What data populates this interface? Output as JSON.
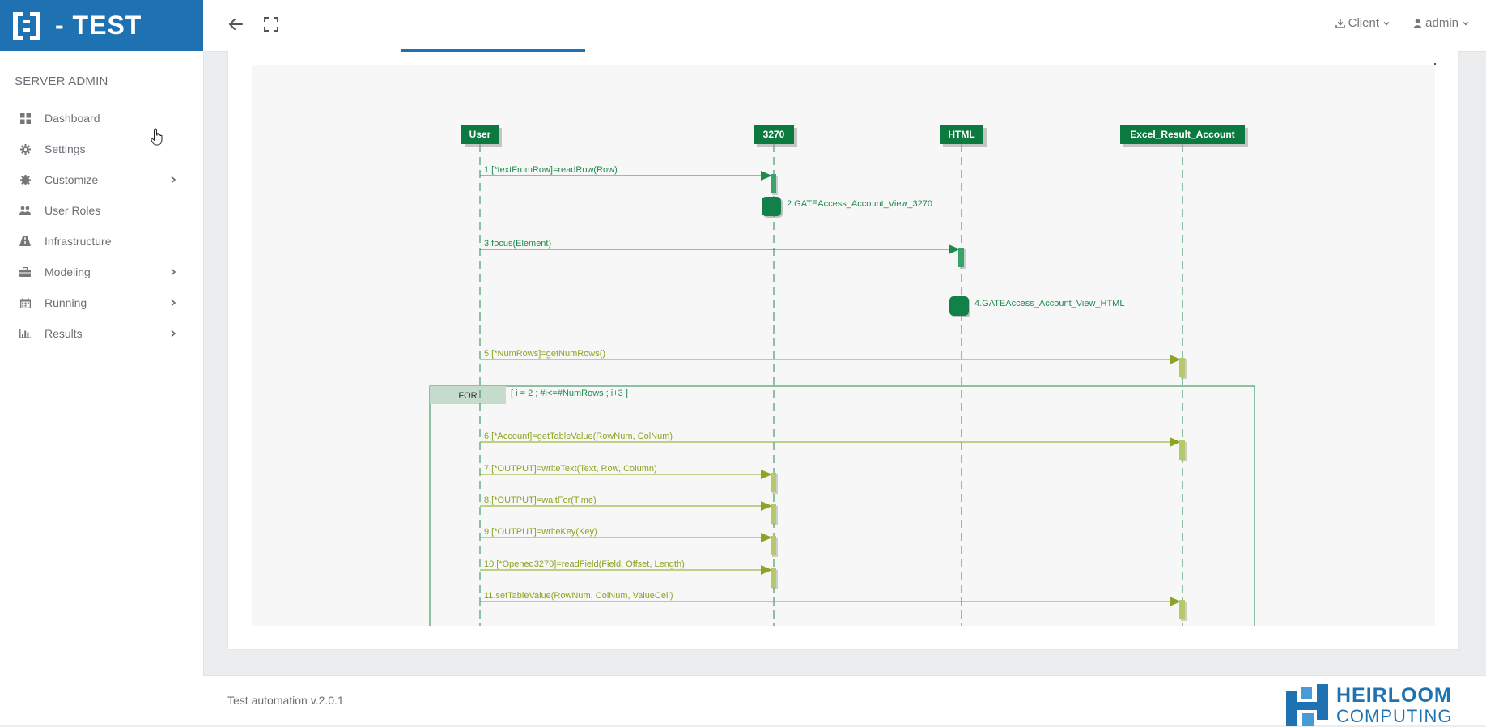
{
  "app": {
    "title": "- TEST",
    "brand_color": "#1f72b1"
  },
  "topbar": {
    "back_icon": "arrow-left-icon",
    "fullscreen_icon": "expand-icon",
    "client_menu": {
      "icon": "download-icon",
      "label": "Client"
    },
    "user_menu": {
      "icon": "user-icon",
      "label": "admin"
    }
  },
  "sidebar": {
    "section_title": "SERVER ADMIN",
    "items": [
      {
        "label": "Dashboard",
        "icon": "dashboard-icon",
        "has_children": false
      },
      {
        "label": "Settings",
        "icon": "gear-icon",
        "has_children": false
      },
      {
        "label": "Customize",
        "icon": "cog-icon",
        "has_children": true
      },
      {
        "label": "User Roles",
        "icon": "users-icon",
        "has_children": false
      },
      {
        "label": "Infrastructure",
        "icon": "road-icon",
        "has_children": false
      },
      {
        "label": "Modeling",
        "icon": "briefcase-icon",
        "has_children": true
      },
      {
        "label": "Running",
        "icon": "calendar-icon",
        "has_children": true
      },
      {
        "label": "Results",
        "icon": "bar-chart-icon",
        "has_children": true
      }
    ]
  },
  "diagram": {
    "participants": [
      "User",
      "3270",
      "HTML",
      "Excel_Result_Account"
    ],
    "participant_color": "#0c7a3f",
    "message_color_dark": "#1f8a4c",
    "message_color_light": "#8aa51f",
    "messages": [
      {
        "label": "1.[*textFromRow]=readRow(Row)",
        "from": "User",
        "to": "3270",
        "kind": "call",
        "tone": "dark"
      },
      {
        "label": "2.GATEAccess_Account_View_3270",
        "from": "3270",
        "to": "3270",
        "kind": "state",
        "tone": "dark"
      },
      {
        "label": "3.focus(Element)",
        "from": "User",
        "to": "HTML",
        "kind": "call",
        "tone": "dark"
      },
      {
        "label": "4.GATEAccess_Account_View_HTML",
        "from": "HTML",
        "to": "HTML",
        "kind": "state",
        "tone": "dark"
      },
      {
        "label": "5.[*NumRows]=getNumRows()",
        "from": "User",
        "to": "Excel_Result_Account",
        "kind": "call",
        "tone": "light"
      },
      {
        "label": "6.[*Account]=getTableValue(RowNum, ColNum)",
        "from": "User",
        "to": "Excel_Result_Account",
        "kind": "call",
        "tone": "light"
      },
      {
        "label": "7.[*OUTPUT]=writeText(Text, Row, Column)",
        "from": "User",
        "to": "3270",
        "kind": "call",
        "tone": "light"
      },
      {
        "label": "8.[*OUTPUT]=waitFor(Time)",
        "from": "User",
        "to": "3270",
        "kind": "call",
        "tone": "light"
      },
      {
        "label": "9.[*OUTPUT]=writeKey(Key)",
        "from": "User",
        "to": "3270",
        "kind": "call",
        "tone": "light"
      },
      {
        "label": "10.[*Opened3270]=readField(Field, Offset, Length)",
        "from": "User",
        "to": "3270",
        "kind": "call",
        "tone": "light"
      },
      {
        "label": "11.setTableValue(RowNum, ColNum, ValueCell)",
        "from": "User",
        "to": "Excel_Result_Account",
        "kind": "call",
        "tone": "light"
      }
    ],
    "loop": {
      "keyword": "FOR",
      "condition": "[ i = 2 ; #i<=#NumRows ; i+3 ]"
    }
  },
  "footer": {
    "version": "Test automation v.2.0.1",
    "logo_line1": "HEIRLOOM",
    "logo_line2": "COMPUTING"
  }
}
